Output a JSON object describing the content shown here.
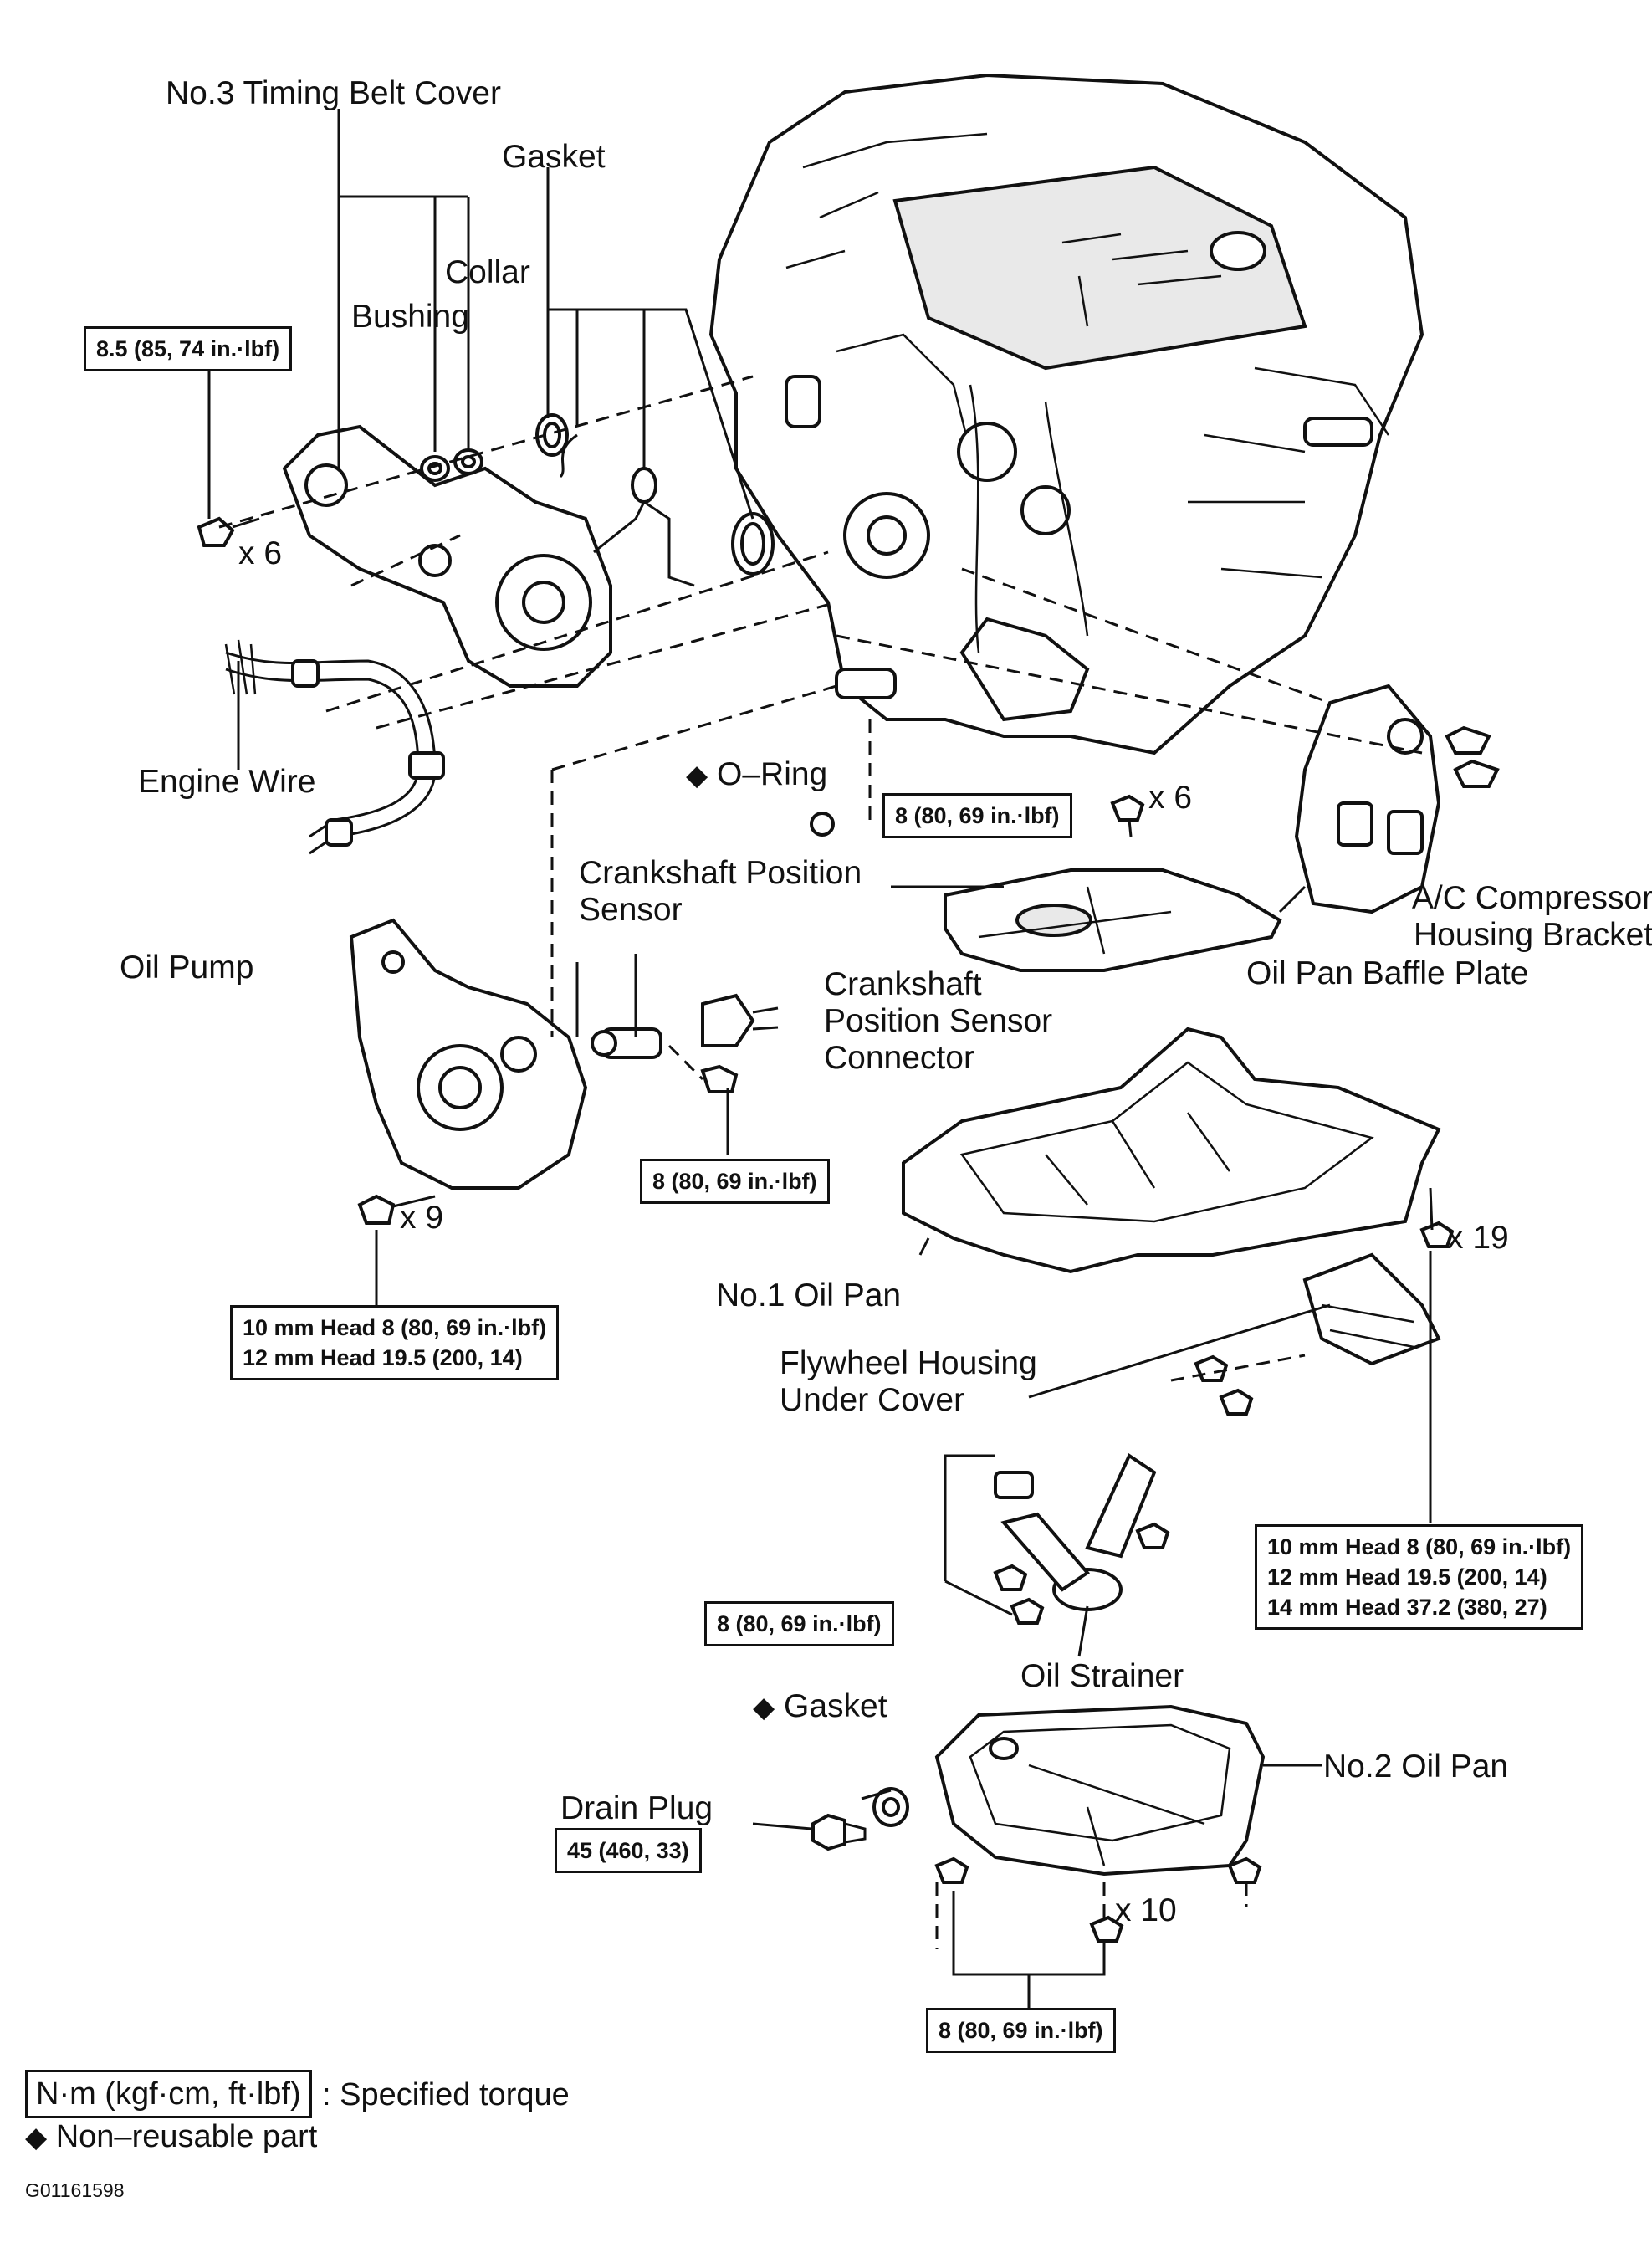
{
  "labels": {
    "timing_cover": "No.3 Timing Belt Cover",
    "gasket_top": "Gasket",
    "collar": "Collar",
    "bushing": "Bushing",
    "count_x6_left": "x 6",
    "engine_wire": "Engine Wire",
    "o_ring": "O–Ring",
    "count_x6_mid": "x 6",
    "crank_sensor_line1": "Crankshaft Position",
    "crank_sensor_line2": "Sensor",
    "crank_conn_line1": "Crankshaft",
    "crank_conn_line2": "Position Sensor",
    "crank_conn_line3": "Connector",
    "oil_pump": "Oil Pump",
    "count_x9": "x 9",
    "ac_bracket_line1": "A/C Compressor",
    "ac_bracket_line2": "Housing Bracket",
    "baffle_plate": "Oil Pan Baffle Plate",
    "oil_pan_1": "No.1 Oil Pan",
    "count_x19": "x 19",
    "flywheel_line1": "Flywheel Housing",
    "flywheel_line2": "Under Cover",
    "oil_strainer": "Oil Strainer",
    "gasket_bottom": "Gasket",
    "drain_plug": "Drain Plug",
    "oil_pan_2": "No.2 Oil Pan",
    "count_x10": "x 10",
    "diamond": "◆"
  },
  "torques": {
    "t_timing": "8.5 (85, 74 in.·lbf)",
    "t_mid": "8 (80, 69 in.·lbf)",
    "t_sensor": "8 (80, 69 in.·lbf)",
    "t_pump_1": "10 mm Head 8 (80, 69 in.·lbf)",
    "t_pump_2": "12 mm Head 19.5 (200, 14)",
    "t_pan1_1": "10 mm Head 8 (80, 69 in.·lbf)",
    "t_pan1_2": "12 mm Head 19.5 (200, 14)",
    "t_pan1_3": "14 mm Head 37.2 (380, 27)",
    "t_strainer": "8 (80, 69 in.·lbf)",
    "t_drain": "45 (460, 33)",
    "t_pan2": "8 (80, 69 in.·lbf)"
  },
  "legend": {
    "torque_box": "N·m (kgf·cm, ft·lbf)",
    "torque_text": ": Specified torque",
    "nonreusable_text": "Non–reusable part"
  },
  "figure_code": "G01161598"
}
